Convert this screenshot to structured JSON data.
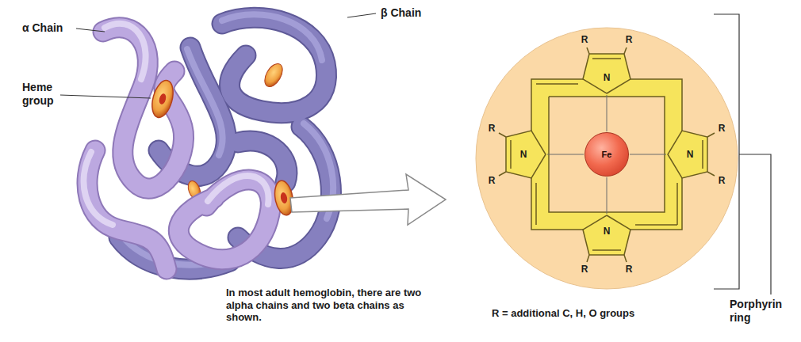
{
  "diagram": {
    "nodes": [
      {
        "text": [
          "Fe"
        ]
      }
    ],
    "labels": [
      "α Chain",
      "Heme group",
      "β Chain",
      "In most adult hemoglobin, there are two alpha chains and two beta chains as shown.",
      "R",
      "R",
      "R",
      "R",
      "R",
      "R",
      "R",
      "R",
      "N",
      "N",
      "N",
      "N",
      "R = additional C, H, O groups",
      "Porphyrin ring"
    ]
  }
}
